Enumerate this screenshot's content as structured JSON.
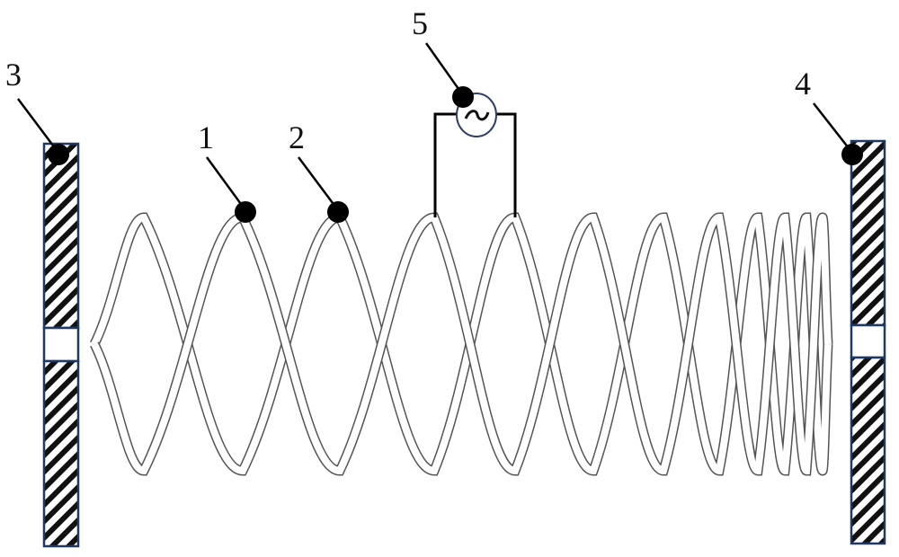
{
  "figure": {
    "labels": {
      "coil_band": "1",
      "coil_peak": "2",
      "left_wall": "3",
      "right_wall": "4",
      "ac_source": "5"
    },
    "ac_symbol": "~",
    "colors": {
      "wall_border": "#1f3864",
      "hatch": "#111111",
      "coil_outline": "#555555",
      "dot": "#000000",
      "source_circle": "#2f3f66"
    },
    "coil_peaks_count": 12
  }
}
